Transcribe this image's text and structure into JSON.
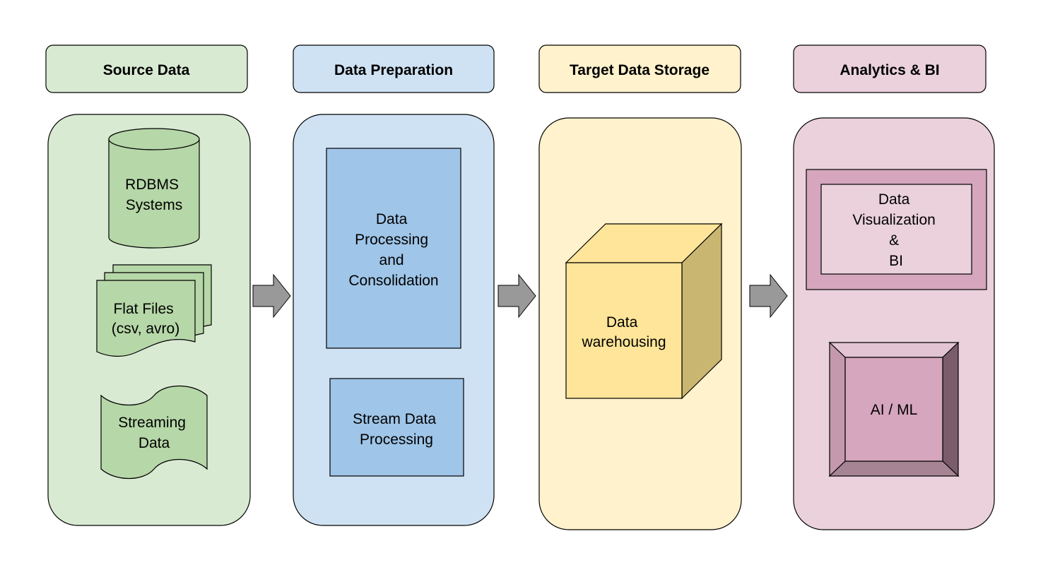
{
  "stages": [
    {
      "title": "Source Data",
      "color": "#d9ead3"
    },
    {
      "title": "Data Preparation",
      "color": "#cfe2f3"
    },
    {
      "title": "Target Data Storage",
      "color": "#fff2cc"
    },
    {
      "title": "Analytics & BI",
      "color": "#ead1dc"
    }
  ],
  "source": {
    "rdbms": [
      "RDBMS",
      "Systems"
    ],
    "flat_files": [
      "Flat Files",
      "(csv, avro)"
    ],
    "streaming": [
      "Streaming",
      "Data"
    ],
    "shape_color": "#b6d7a8"
  },
  "preparation": {
    "processing": [
      "Data",
      "Processing",
      "and",
      "Consolidation"
    ],
    "stream": [
      "Stream Data",
      "Processing"
    ],
    "shape_color": "#9fc5e8"
  },
  "storage": {
    "warehouse": [
      "Data",
      "warehousing"
    ],
    "shape_color": "#ffe599"
  },
  "analytics": {
    "visualization": [
      "Data",
      "Visualization",
      "&",
      "BI"
    ],
    "ai_ml": "AI / ML",
    "shape_color": "#d5a6bd"
  },
  "arrow_color": "#999999"
}
